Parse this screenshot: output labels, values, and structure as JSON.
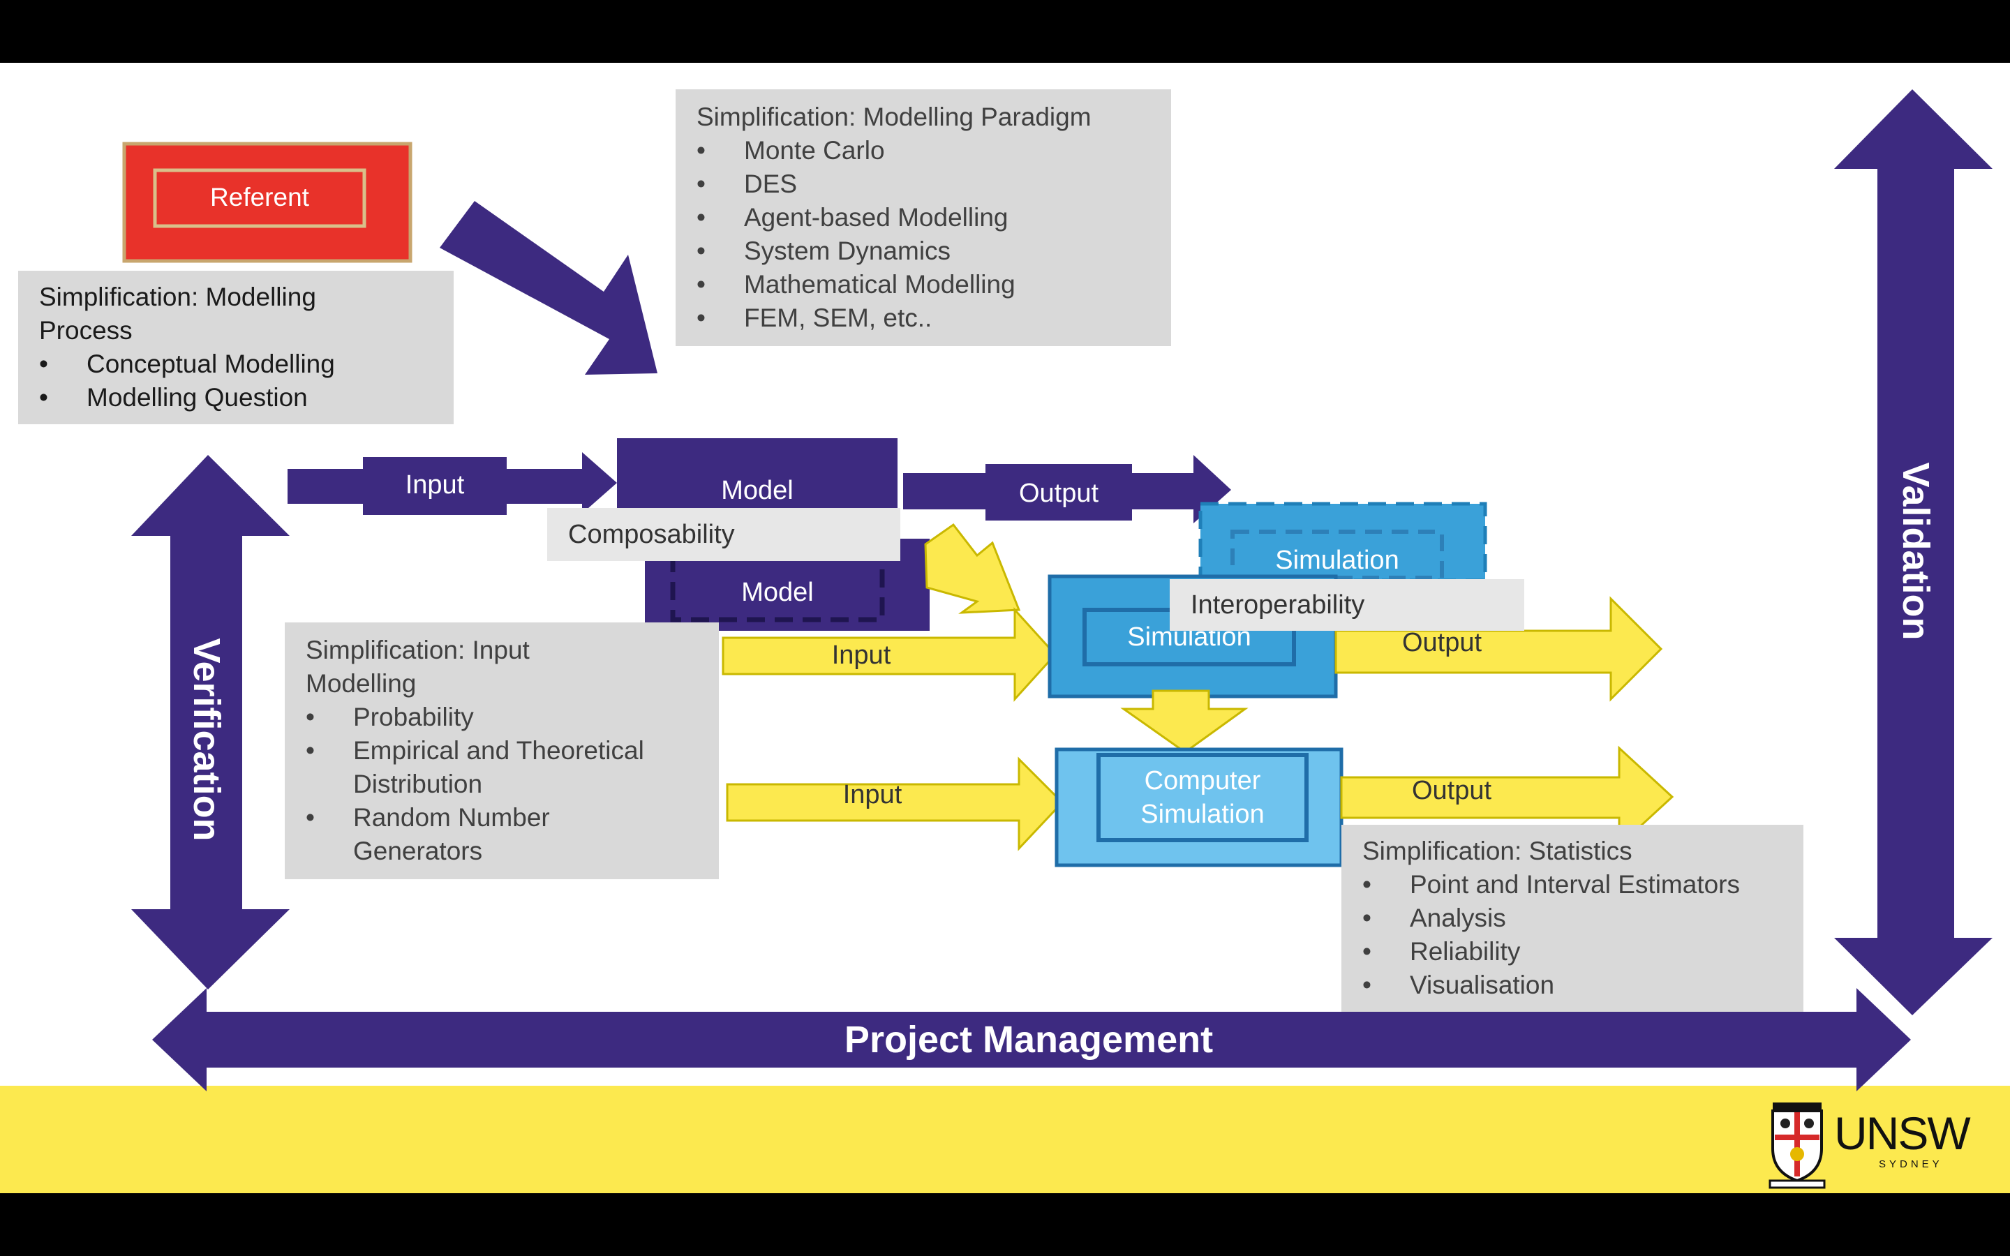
{
  "referent": {
    "label": "Referent"
  },
  "boxes": {
    "modelling_process": {
      "title": "Simplification: Modelling Process",
      "items": [
        "Conceptual Modelling",
        "Modelling Question"
      ]
    },
    "modelling_paradigm": {
      "title": "Simplification: Modelling Paradigm",
      "items": [
        "Monte Carlo",
        "DES",
        "Agent-based Modelling",
        "System Dynamics",
        "Mathematical Modelling",
        "FEM, SEM, etc.."
      ]
    },
    "input_modelling": {
      "title": "Simplification: Input Modelling",
      "items": [
        "Probability",
        "Empirical and Theoretical Distribution",
        "Random Number Generators"
      ]
    },
    "statistics": {
      "title": "Simplification: Statistics",
      "items": [
        "Point and Interval  Estimators",
        "Analysis",
        "Reliability",
        "Visualisation"
      ]
    }
  },
  "flow": {
    "input1": "Input",
    "model1": "Model",
    "output1": "Output",
    "composability": "Composability",
    "model2": "Model",
    "simulation_top": "Simulation",
    "interoperability": "Interoperability",
    "simulation_mid": "Simulation",
    "input2": "Input",
    "output2": "Output",
    "computer_sim_1": "Computer",
    "computer_sim_2": "Simulation",
    "input3": "Input",
    "output3": "Output"
  },
  "axes": {
    "verification": "Verification",
    "validation": "Validation",
    "project_management": "Project Management"
  },
  "logo": {
    "name": "UNSW",
    "sub": "SYDNEY"
  },
  "colors": {
    "purple": "#3d2a80",
    "red": "#e8322a",
    "yellow": "#fce94f",
    "blue": "#3aa1d9",
    "light_blue": "#7ccbf2"
  }
}
